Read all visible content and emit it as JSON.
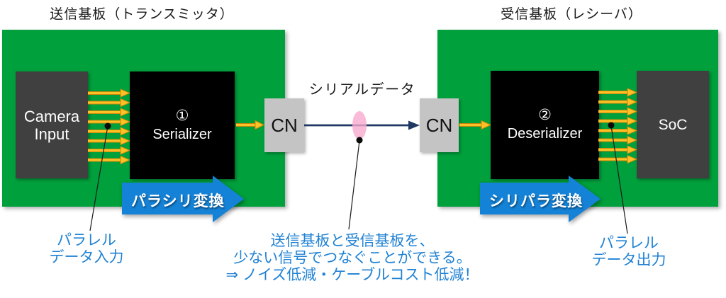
{
  "transmitter": {
    "title": "送信基板（トランスミッタ）",
    "camera_input": {
      "line1": "Camera",
      "line2": "Input"
    },
    "serializer": {
      "number": "①",
      "label": "Serializer"
    },
    "connector": "CN",
    "conversion_label": "パラシリ変換",
    "annotation": {
      "line1": "パラレル",
      "line2": "データ入力"
    }
  },
  "link": {
    "label": "シリアルデータ",
    "note": {
      "line1": "送信基板と受信基板を、",
      "line2": "少ない信号でつなぐことができる。",
      "line3": "⇒ ノイズ低減・ケーブルコスト低減！"
    }
  },
  "receiver": {
    "title": "受信基板（レシーバ）",
    "deserializer": {
      "number": "②",
      "label": "Deserializer"
    },
    "soc": "SoC",
    "connector": "CN",
    "conversion_label": "シリパラ変換",
    "annotation": {
      "line1": "パラレル",
      "line2": "データ出力"
    }
  },
  "colors": {
    "board_green": "#00A03C",
    "chip_black": "#000000",
    "module_gray": "#404040",
    "connector_gray": "#C4C4C4",
    "arrow_yellow": "#FFC125",
    "arrow_yellow_outline": "#C8860B",
    "serial_navy": "#1F3864",
    "noise_pink": "#F7AACE",
    "process_arrow_blue": "#1482D6",
    "annotation_blue": "#2082D4",
    "label_black": "#1A1A1A"
  }
}
